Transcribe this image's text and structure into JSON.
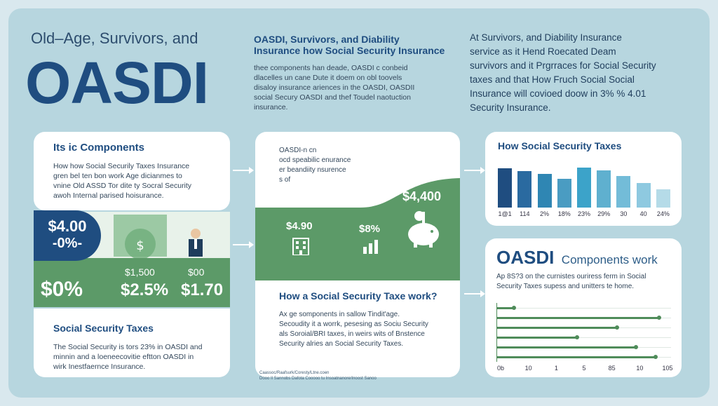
{
  "header": {
    "subtitle": "Old–Age, Survivors, and",
    "title": "OASDI"
  },
  "col2_top": {
    "heading_line1": "OASDI, Survivors, and Diability",
    "heading_line2": "Insurance how Social Security Insurance",
    "body": [
      "thee components han deade,  OASDI c conbeid",
      "dlacelles un cane Dute it doem on obl toovels",
      "disaloy insurance ariences in the OASDI, OASDII",
      "social Secury OASDI and thef Toudel naotuction",
      "insurance."
    ]
  },
  "col3_top": {
    "lines": [
      "At Survivors, and Diability Insurance",
      "service as it Hend Roecated Deam",
      "survivors and it Prgrraces for Social Security",
      "taxes and that How Fruch Social Social",
      "Insurance will covioed doow in 3% % 4.01",
      "Security Insurance."
    ]
  },
  "components_card": {
    "title": "Its ic Components",
    "body": [
      "How how Social Securily Taxes Insurance",
      "gren bel ten bon work Age dicianmes to",
      "vnine  Old ASSD  Tor dite ty Socral Security",
      "awoh Internal parised hoisurance."
    ]
  },
  "green_left": {
    "badge_line1": "$4.00",
    "badge_line2": "-0%-",
    "big1": "$0%",
    "top2": "$1,500",
    "big2": "$2.5%",
    "top3": "$00",
    "big3": "$1.70"
  },
  "taxes_card": {
    "title": "Social Security Taxes",
    "body": [
      "The Social Security is tors 23% in OASDI and",
      "minnin  and a loeneecovitie eftton OASDI in",
      "wirk Inestfaernce Insurance."
    ]
  },
  "mid_card": {
    "lines": [
      "OASDI-n  cn",
      "ocd speabilic enurance",
      "er beandiity nsurence",
      "s of"
    ],
    "price_big": "$4,400",
    "price_small": "$4.90",
    "pct": "$8%"
  },
  "tax_work": {
    "title": "How a Social Security Taxe work?",
    "body": [
      "Ax ge somponents in sallow Tindit'age.",
      "Secoudity  it a worrk, pesesing as Sociu Security",
      "als Soroial/BRI taxes, in weirs wits of Bnstence",
      "Security alries an Social Security Taxes."
    ]
  },
  "footnote": {
    "line1": "Caassoc/Raafsurk/Coresty/Ltne.coen",
    "line2": "Dooo Il Sannobs Dafota Cooooo tu Insoatnanore/Inoost Sanoo"
  },
  "bar_chart": {
    "title": "How Social Security Taxes"
  },
  "oasdi_card": {
    "title_a": "OASDI",
    "title_b": "Components work",
    "body": [
      "Ap 8S?3 on the curnistes ouriress ferm in Social",
      "Security Taxes supess and unitters te home."
    ]
  },
  "chart_data": [
    {
      "type": "bar",
      "title": "How Social Security Taxes",
      "categories": [
        "1@1",
        "114",
        "2%",
        "18%",
        "23%",
        "29%",
        "30",
        "40",
        "24%"
      ],
      "values": [
        82,
        76,
        70,
        61,
        84,
        78,
        66,
        52,
        38
      ],
      "ylim": [
        0,
        100
      ],
      "colors": [
        "#1f4d80",
        "#2a6aa0",
        "#2f86b3",
        "#4a9cc2",
        "#3ca3c9",
        "#5fb0cf",
        "#73bcd8",
        "#8ec9e0",
        "#b5dbe8"
      ]
    },
    {
      "type": "bar",
      "orientation": "horizontal",
      "title": "",
      "x_ticks": [
        "0b",
        "10",
        "1",
        "5",
        "85",
        "10",
        "105"
      ],
      "values": [
        10,
        97,
        72,
        48,
        83,
        95
      ],
      "xlim": [
        0,
        100
      ]
    }
  ],
  "colors": {
    "navy": "#1f4d80",
    "green": "#5c9a68",
    "light_blue": "#b7d6df"
  }
}
